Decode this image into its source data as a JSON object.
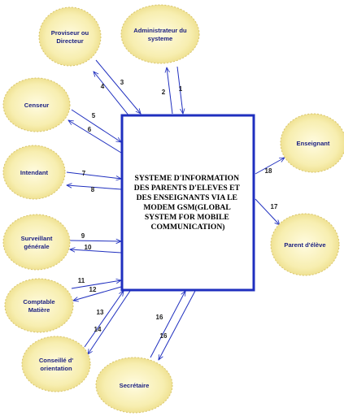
{
  "system": {
    "lines": [
      "SYSTEME D'INFORMATION",
      "DES PARENTS D'ELEVES ET",
      "DES ENSEIGNANTS VIA LE",
      "MODEM GSM(GLOBAL",
      "SYSTEM FOR MOBILE",
      "COMMUNICATION)"
    ]
  },
  "actors": [
    {
      "id": "proviseur",
      "lines": [
        "Proviseur ou",
        "Directeur"
      ]
    },
    {
      "id": "administrateur",
      "lines": [
        "Administrateur du",
        "systeme"
      ]
    },
    {
      "id": "censeur",
      "lines": [
        "Censeur"
      ]
    },
    {
      "id": "intendant",
      "lines": [
        "Intendant"
      ]
    },
    {
      "id": "surveillant",
      "lines": [
        "Surveillant",
        "générale"
      ]
    },
    {
      "id": "comptable",
      "lines": [
        "Comptable",
        "Matière"
      ]
    },
    {
      "id": "conseille",
      "lines": [
        "Conseillé d'",
        "orientation"
      ]
    },
    {
      "id": "secretaire",
      "lines": [
        "Secrétaire"
      ]
    },
    {
      "id": "enseignant",
      "lines": [
        "Enseignant"
      ]
    },
    {
      "id": "parent",
      "lines": [
        "Parent d'élève"
      ]
    }
  ],
  "flows": [
    {
      "label": "1",
      "actor": "administrateur",
      "dir": "to-system"
    },
    {
      "label": "2",
      "actor": "administrateur",
      "dir": "to-actor"
    },
    {
      "label": "3",
      "actor": "proviseur",
      "dir": "to-system"
    },
    {
      "label": "4",
      "actor": "proviseur",
      "dir": "to-actor"
    },
    {
      "label": "5",
      "actor": "censeur",
      "dir": "to-system"
    },
    {
      "label": "6",
      "actor": "censeur",
      "dir": "to-actor"
    },
    {
      "label": "7",
      "actor": "intendant",
      "dir": "to-system"
    },
    {
      "label": "8",
      "actor": "intendant",
      "dir": "to-actor"
    },
    {
      "label": "9",
      "actor": "surveillant",
      "dir": "to-system"
    },
    {
      "label": "10",
      "actor": "surveillant",
      "dir": "to-actor"
    },
    {
      "label": "11",
      "actor": "comptable",
      "dir": "to-system"
    },
    {
      "label": "12",
      "actor": "comptable",
      "dir": "to-actor"
    },
    {
      "label": "13",
      "actor": "conseille",
      "dir": "to-system"
    },
    {
      "label": "14",
      "actor": "conseille",
      "dir": "to-actor"
    },
    {
      "label": "16",
      "actor": "secretaire",
      "dir": "to-system"
    },
    {
      "label": "16",
      "actor": "secretaire",
      "dir": "to-actor"
    },
    {
      "label": "17",
      "actor": "parent",
      "dir": "to-actor"
    },
    {
      "label": "18",
      "actor": "enseignant",
      "dir": "to-actor"
    }
  ],
  "colors": {
    "box_border": "#1f2fbf",
    "arrow": "#1f2fbf",
    "bubble_light": "#fffbe0",
    "bubble_dark": "#f0e08a"
  }
}
